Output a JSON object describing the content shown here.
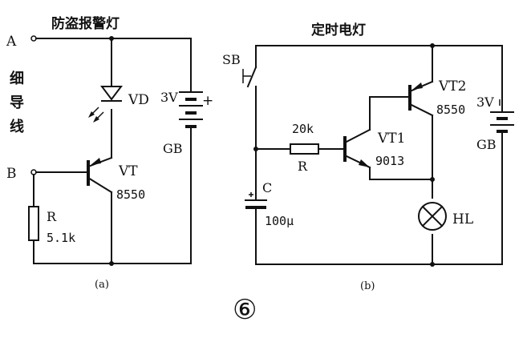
{
  "figure_label": "⑥",
  "circuit_a": {
    "title": "防盗报警灯",
    "caption": "(a)",
    "node_a": "A",
    "node_b": "B",
    "side_label": [
      "细",
      "导",
      "线"
    ],
    "led_label": "VD",
    "transistor_label": "VT",
    "transistor_model": "8550",
    "resistor_label": "R",
    "resistor_value": "5.1k",
    "battery_voltage": "3V",
    "battery_plus": "+",
    "battery_label": "GB"
  },
  "circuit_b": {
    "title": "定时电灯",
    "caption": "(b)",
    "switch_label": "SB",
    "resistor_value": "20k",
    "resistor_label": "R",
    "capacitor_label": "C",
    "capacitor_value": "100μ",
    "vt1_label": "VT1",
    "vt1_model": "9013",
    "vt2_label": "VT2",
    "vt2_model": "8550",
    "battery_voltage": "3V",
    "battery_label": "GB",
    "lamp_label": "HL"
  }
}
